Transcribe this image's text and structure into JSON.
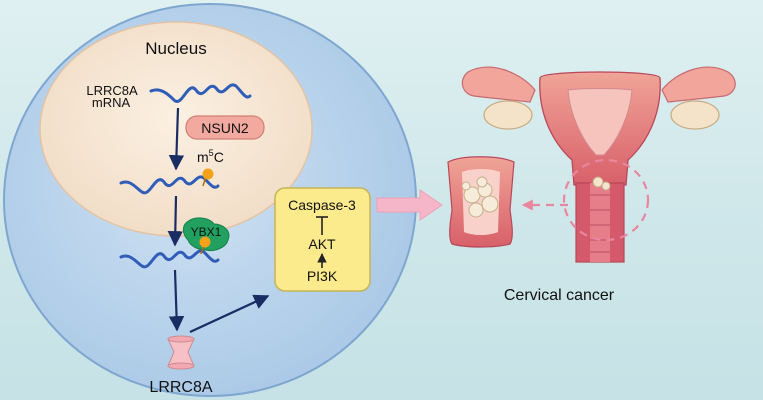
{
  "nucleus_label": "Nucleus",
  "mrna_label_line1": "LRRC8A",
  "mrna_label_line2": "mRNA",
  "nsun2_label": "NSUN2",
  "m5c_base": "m",
  "m5c_sup": "5",
  "m5c_letter": "C",
  "ybx1_label": "YBX1",
  "pathway": {
    "caspase": "Caspase-3",
    "akt": "AKT",
    "pi3k": "PI3K"
  },
  "channel_label": "LRRC8A",
  "cancer_label": "Cervical cancer",
  "colors": {
    "cell_fill": "#b7d3ec",
    "nucleus_fill": "#f6e6d3",
    "mrna_stroke": "#2f5db8",
    "nsun2_fill": "#f2aaa0",
    "m5c_dot": "#f5a21b",
    "ybx1_fill": "#21a05f",
    "pathway_box": "#fbeb8c",
    "arrow_navy": "#1a2d63",
    "pink_arrow": "#f4b6c8",
    "dashed_pink": "#e8879e"
  }
}
